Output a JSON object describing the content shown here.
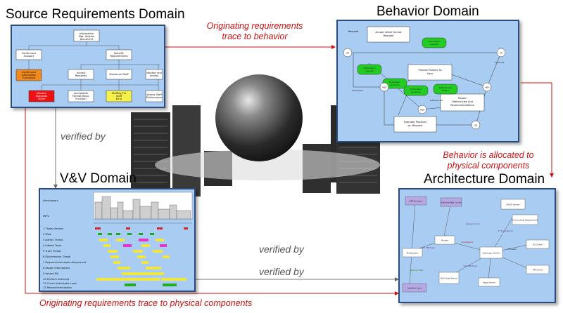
{
  "titles": {
    "source": "Source Requirements Domain",
    "behavior": "Behavior Domain",
    "vv": "V&V Domain",
    "architecture": "Architecture Domain"
  },
  "notes": {
    "req_to_behavior": [
      "Originating requirements",
      "trace to behavior"
    ],
    "behavior_to_physical": [
      "Behavior is allocated to",
      "physical components"
    ],
    "req_to_physical": "Originating requirements trace to physical components"
  },
  "verified_by": [
    "verified by",
    "verified by",
    "verified by"
  ],
  "source_panel": {
    "root": [
      "Information",
      "Mgt. System",
      "Document"
    ],
    "level2": [
      [
        "Continuous",
        "Support"
      ],
      [
        "Specific",
        "Requirements"
      ]
    ],
    "level3": [
      [
        "Continuous",
        "Information",
        "Exchange"
      ],
      [
        "Accept",
        "Requests"
      ],
      [
        "Maximum Staff"
      ],
      [
        "Monitor and",
        "Access"
      ]
    ],
    "level4": [
      [
        "Medical",
        "Requests",
        "Entire"
      ],
      [
        "Acceptable",
        "Format Requ.",
        "Function"
      ],
      [
        "Staffing For",
        "Staff",
        "Error"
      ],
      [
        "Assess Staff",
        "Performance"
      ]
    ]
  },
  "behavior_panel": {
    "top_label": "Request",
    "functions": [
      [
        "Accept Initial Format",
        "Request"
      ],
      [
        "Provide Product To",
        "User"
      ],
      [
        "Report",
        "Deficiencies And",
        "Recommendations"
      ],
      [
        "Evaluate Products",
        "vs. Request"
      ]
    ],
    "items": [
      [
        "Information",
        "request"
      ],
      [
        "Information",
        "request"
      ],
      [
        "Evaluation",
        "products"
      ],
      [
        "Information",
        "products"
      ],
      [
        "Deficiencies",
        "Report"
      ]
    ],
    "nodes": [
      "OR",
      "AND",
      "AND",
      "OR",
      "OR",
      "AND"
    ],
    "link_labels": [
      "Interaction",
      "Deficiencies",
      "Products"
    ]
  },
  "vv_panel": {
    "chart_labels": [
      "Interceptors",
      "MIPS"
    ],
    "rows": [
      "1 Threat Arrives",
      "2 Wait",
      "3 Detect Threat",
      "4 Initiate Track",
      "5 Track Threat",
      "6 Discriminate Threat",
      "7 Request Interceptor Assignment",
      "8 Assign Interceptors",
      "9 Assess Kill",
      "10 Perform Intercept",
      "11 Check Interceptor Load",
      "12 Reload Interceptors"
    ]
  },
  "architecture_panel": {
    "nodes": [
      "DPS Browser",
      "External Net Cache",
      "DHCP Server",
      "Accounting Department",
      "Router",
      "Multiplexer",
      "GenLogic Switch",
      "RS Client",
      "PM Client",
      "VoD Host Server",
      "Apps Server",
      "Satellite Feed"
    ],
    "links": [
      "100 MB Feed",
      "Broadband",
      "PStream",
      "T1 Broadband",
      "100 MB Feed",
      "Network Link",
      "Internal Feed"
    ]
  },
  "colors": {
    "panel_fill": "#a9cdf2",
    "note_red": "#cc1111",
    "green": "#22cc22",
    "orange": "#f08a1c",
    "red": "#ee1111",
    "yellow": "#f7f04a",
    "bar_yellow": "#f1e640",
    "bar_magenta": "#e535c8",
    "bar_red": "#dd2222"
  }
}
